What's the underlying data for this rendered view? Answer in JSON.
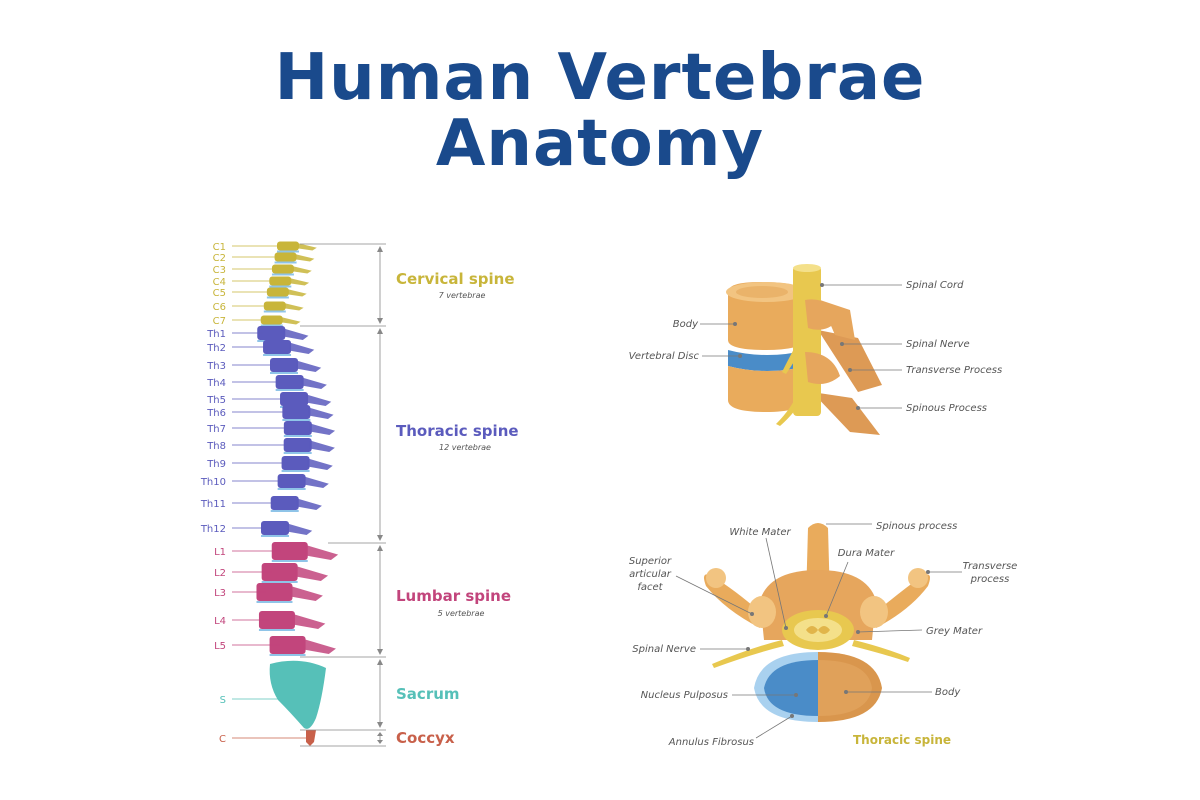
{
  "title": {
    "line1": "Human Vertebrae",
    "line2": "Anatomy"
  },
  "colors": {
    "title": "#1a4a8c",
    "cervical": "#c8b53a",
    "thoracic": "#5b5bbd",
    "lumbar": "#c2457c",
    "sacrum": "#56c0b8",
    "coccyx": "#c8604a",
    "bone": "#e8a95a",
    "disc": "#4a8cc8",
    "caption": "#c8b53a"
  },
  "vertebrae": {
    "cervical": [
      "C1",
      "C2",
      "C3",
      "C4",
      "C5",
      "C6",
      "C7"
    ],
    "thoracic": [
      "Th1",
      "Th2",
      "Th3",
      "Th4",
      "Th5",
      "Th6",
      "Th7",
      "Th8",
      "Th9",
      "Th10",
      "Th11",
      "Th12"
    ],
    "lumbar": [
      "L1",
      "L2",
      "L3",
      "L4",
      "L5"
    ],
    "sacrum": [
      "S"
    ],
    "coccyx": [
      "C"
    ]
  },
  "sections": [
    {
      "name": "Cervical spine",
      "count": "7 vertebrae",
      "color": "#c8b53a"
    },
    {
      "name": "Thoracic spine",
      "count": "12 vertebrae",
      "color": "#5b5bbd"
    },
    {
      "name": "Lumbar spine",
      "count": "5 vertebrae",
      "color": "#c2457c"
    },
    {
      "name": "Sacrum",
      "count": "",
      "color": "#56c0b8"
    },
    {
      "name": "Coccyx",
      "count": "",
      "color": "#c8604a"
    }
  ],
  "side_view": {
    "labels": {
      "spinal_cord": "Spinal Cord",
      "body": "Body",
      "spinal_nerve": "Spinal Nerve",
      "vertebral_disc": "Vertebral Disc",
      "transverse_process": "Transverse Process",
      "spinous_process": "Spinous Process"
    }
  },
  "top_view": {
    "labels": {
      "white_mater": "White Mater",
      "spinous_process": "Spinous process",
      "dura_mater": "Dura Mater",
      "superior_articular_facet": [
        "Superior",
        "articular",
        "facet"
      ],
      "transverse_process": [
        "Transverse",
        "process"
      ],
      "grey_mater": "Grey Mater",
      "spinal_nerve": "Spinal Nerve",
      "nucleus_pulposus": "Nucleus Pulposus",
      "body": "Body",
      "annulus_fibrosus": "Annulus Fibrosus"
    },
    "caption": "Thoracic spine"
  }
}
